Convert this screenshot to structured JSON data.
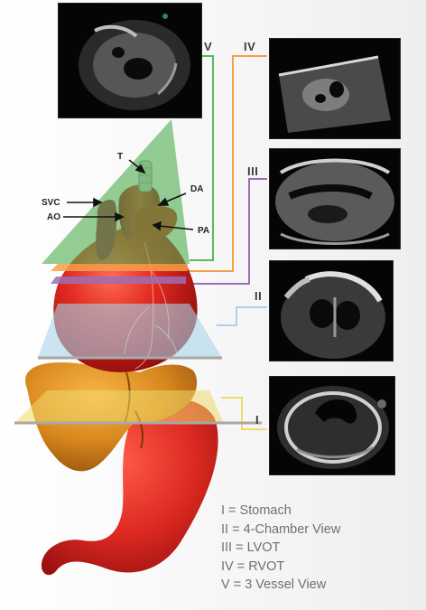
{
  "view_markers": {
    "v": "V",
    "iv": "IV",
    "iii": "III",
    "ii": "II",
    "i": "I"
  },
  "anatomy_labels": {
    "t": "T",
    "da": "DA",
    "svc": "SVC",
    "ao": "AO",
    "pa": "PA"
  },
  "legend": [
    "I = Stomach",
    "II = 4-Chamber View",
    "III = LVOT",
    "IV = RVOT",
    "V = 3 Vessel View"
  ],
  "colors": {
    "view_v": "#5cb85c",
    "view_iv": "#f5a04a",
    "view_iii": "#9b6fb8",
    "view_ii": "#a9d3ea",
    "view_i": "#f1d96a",
    "heart": "#d9281f",
    "liver": "#d88a1e",
    "stomach": "#e0312a"
  }
}
